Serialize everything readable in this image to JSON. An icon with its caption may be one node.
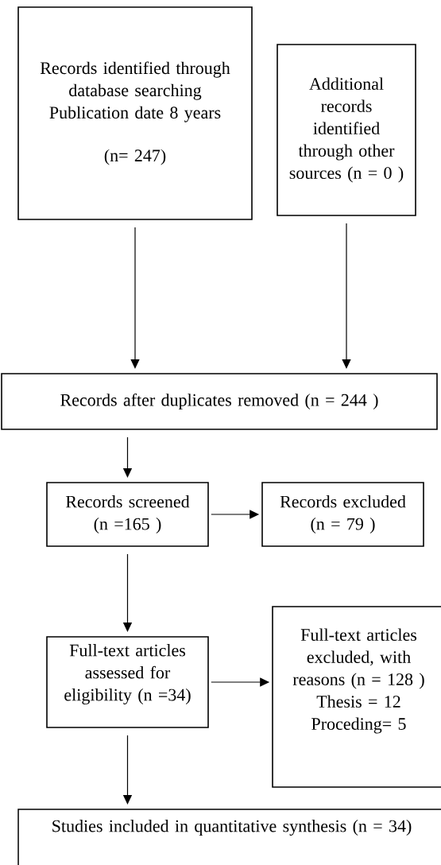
{
  "diagram": {
    "nodes": [
      {
        "text": [
          "Records identified through database searching Publication date 8 years",
          "(n= 247)"
        ]
      },
      {
        "text": [
          "Additional records identified through other sources (n = 0 )"
        ]
      },
      {
        "text": [
          "Records after duplicates removed (n = 244 )"
        ]
      },
      {
        "text": [
          "Records screened (n =165 )"
        ]
      },
      {
        "text": [
          "Records excluded (n = 79 )"
        ]
      },
      {
        "text": [
          "Full-text articles assessed for eligibility (n =34)"
        ]
      },
      {
        "text": [
          "Full-text articles excluded, with reasons (n = 128 )",
          "Thesis = 12",
          "Proceding= 5"
        ]
      },
      {
        "text": [
          "Studies included in quantitative synthesis (n = 34)"
        ]
      }
    ],
    "edges": [
      {
        "from": 0,
        "to": 2,
        "arrow": "to"
      },
      {
        "from": 1,
        "to": 2,
        "arrow": "to"
      },
      {
        "from": 2,
        "to": 3,
        "arrow": "to"
      },
      {
        "from": 3,
        "to": 4,
        "arrow": "to"
      },
      {
        "from": 3,
        "to": 5,
        "arrow": "to"
      },
      {
        "from": 5,
        "to": 6,
        "arrow": "to"
      },
      {
        "from": 5,
        "to": 7,
        "arrow": "to"
      }
    ]
  }
}
